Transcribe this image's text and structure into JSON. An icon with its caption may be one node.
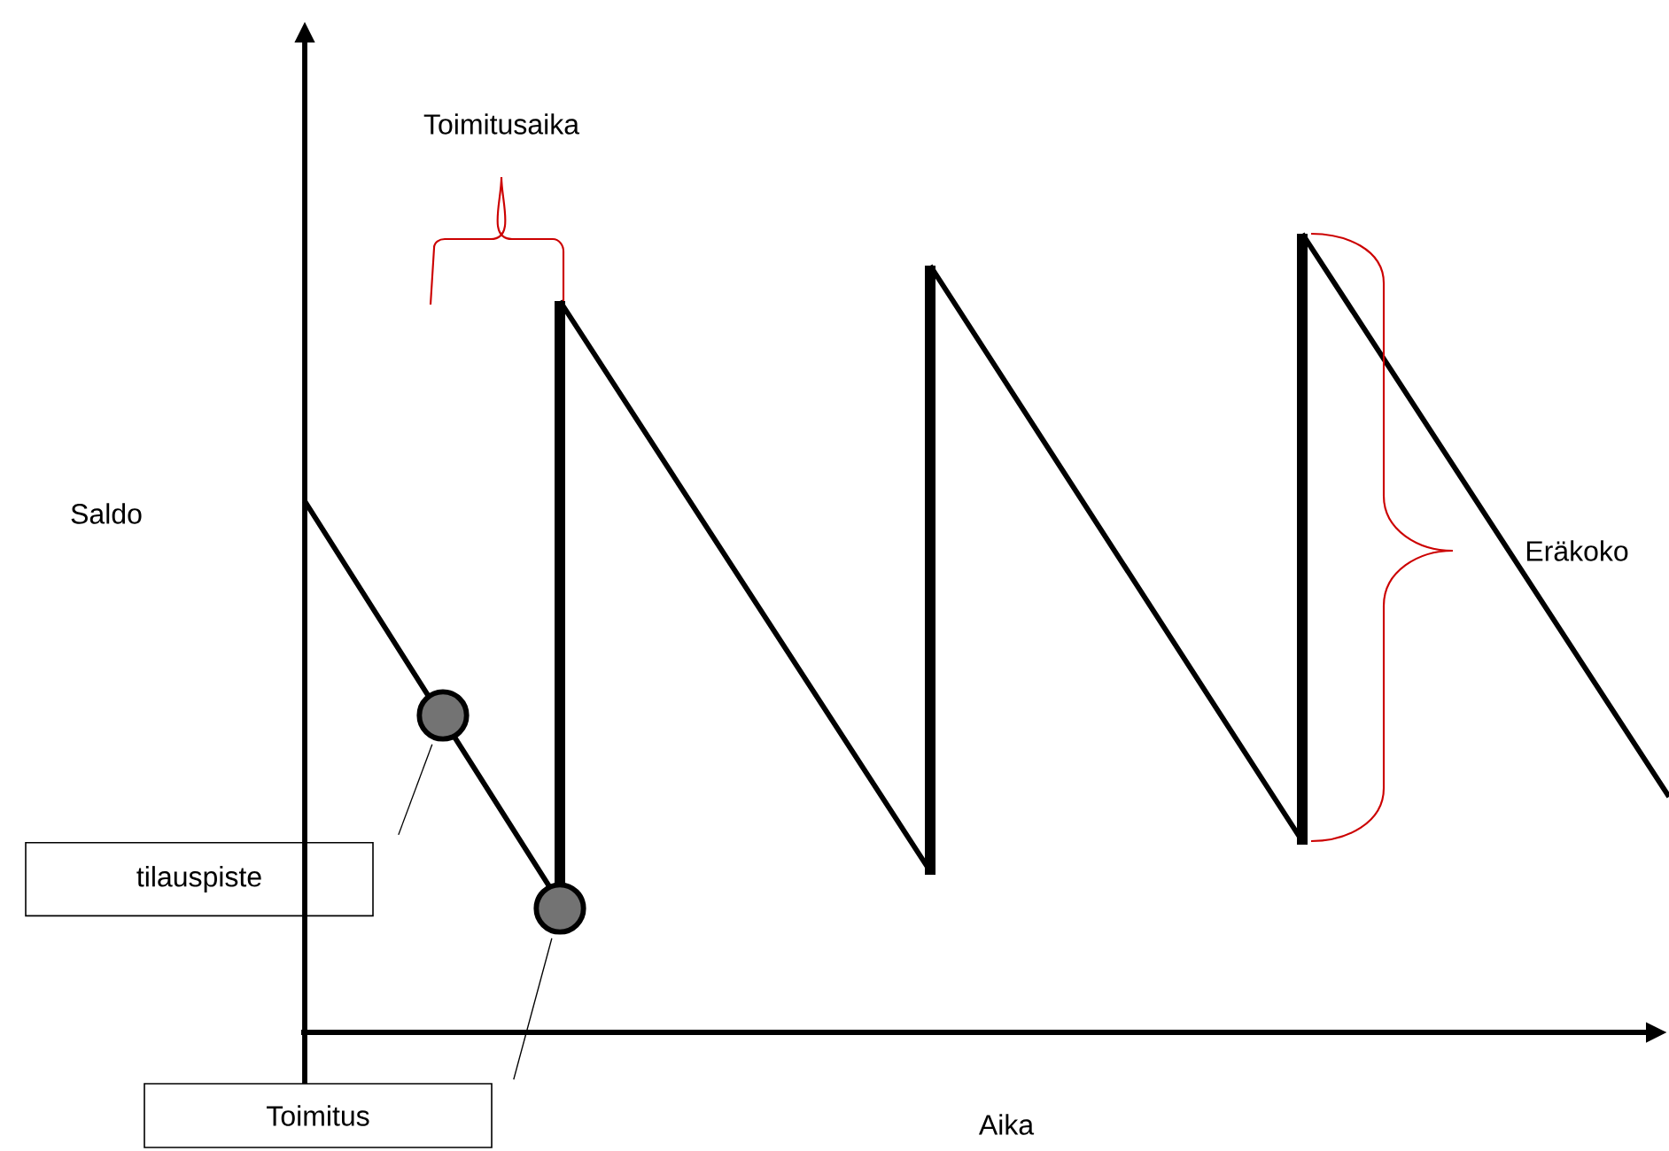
{
  "diagram": {
    "nodes": [
      {
        "text": [
          "tilauspiste"
        ]
      },
      {
        "text": [
          "Toimitus"
        ]
      },
      {
        "text": [],
        "shape": "circle"
      },
      {
        "text": [],
        "shape": "circle"
      }
    ],
    "edges": [
      {
        "from": 0,
        "to": 2,
        "arrow": "none"
      },
      {
        "from": 1,
        "to": 3,
        "arrow": "none"
      }
    ],
    "labels": [
      "Toimitusaika",
      "Saldo",
      "Eräkoko",
      "Aika"
    ]
  }
}
